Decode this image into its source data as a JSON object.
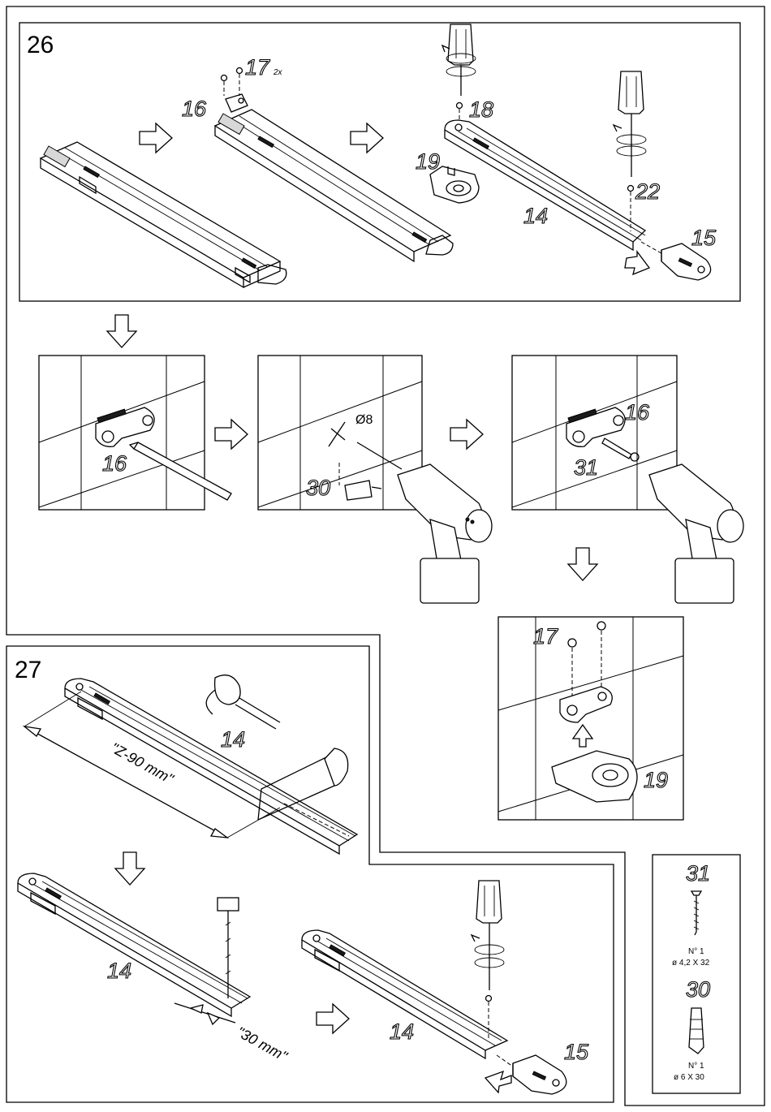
{
  "steps": {
    "step26": "26",
    "step27": "27"
  },
  "labels": {
    "p16a": "16",
    "p17a": "17",
    "p17qty": "2x",
    "p18": "18",
    "p19a": "19",
    "p22": "22",
    "p14a": "14",
    "p15a": "15",
    "p16b": "16",
    "p30a": "30",
    "p16c": "16",
    "p31a": "31",
    "p17b": "17",
    "p19b": "19",
    "p14b": "14",
    "p14c": "14",
    "p14d": "14",
    "p15b": "15",
    "p31b": "31",
    "p30b": "30"
  },
  "dimensions": {
    "drill_diameter": "Ø8",
    "cut_length": "\"Z-90  mm\"",
    "offset": "\"30  mm\""
  },
  "hardware_legend": {
    "screw_qty": "N° 1",
    "screw_size": "ø 4,2 X 32",
    "plug_qty": "N° 1",
    "plug_size": "ø 6 X 30"
  },
  "colors": {
    "line": "#000000",
    "background": "#ffffff"
  }
}
